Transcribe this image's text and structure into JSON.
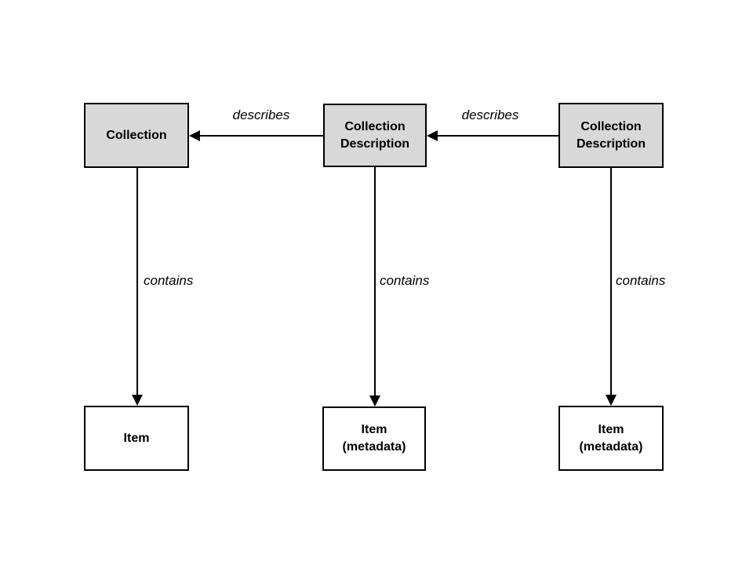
{
  "diagram": {
    "boxes": {
      "collection": "Collection",
      "collection_description_1": "Collection\nDescription",
      "collection_description_2": "Collection\nDescription",
      "item": "Item",
      "item_metadata_1": "Item\n(metadata)",
      "item_metadata_2": "Item\n(metadata)"
    },
    "edge_labels": {
      "describes_1": "describes",
      "describes_2": "describes",
      "contains_1": "contains",
      "contains_2": "contains",
      "contains_3": "contains"
    },
    "colors": {
      "top_box_fill": "#d8d8d8",
      "bottom_box_fill": "#ffffff",
      "border": "#000000",
      "arrow": "#000000",
      "background": "#ffffff"
    }
  }
}
